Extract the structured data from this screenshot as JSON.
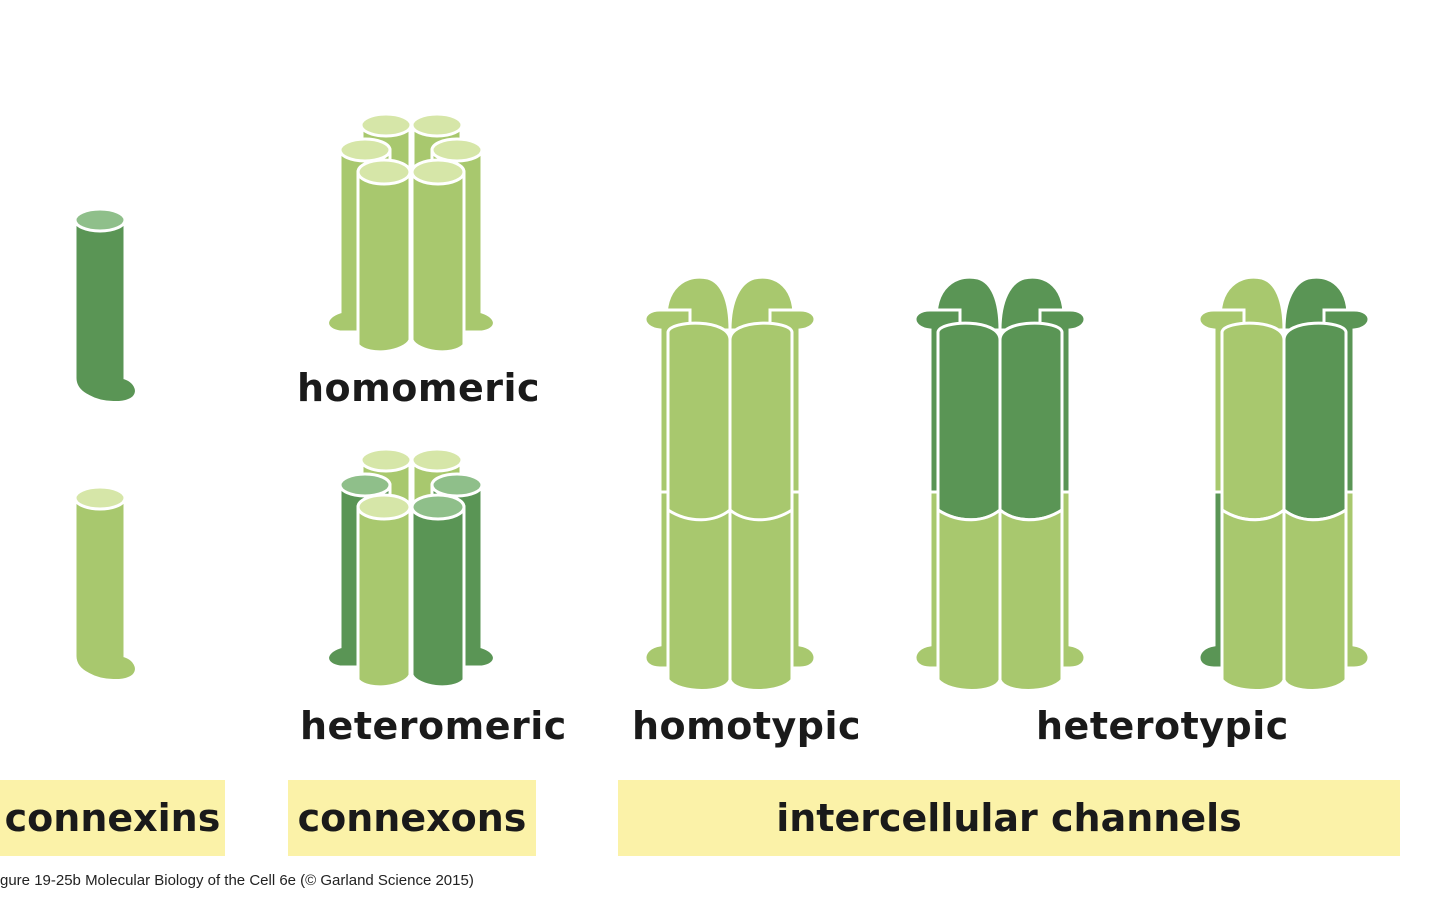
{
  "labels": {
    "homomeric": "homomeric",
    "heteromeric": "heteromeric",
    "homotypic": "homotypic",
    "heterotypic": "heterotypic"
  },
  "categories": {
    "connexins": "connexins",
    "connexons": "connexons",
    "channels": "intercellular channels"
  },
  "caption": "gure 19-25b  Molecular Biology of the Cell 6e (© Garland Science 2015)",
  "colors": {
    "light_green": "#a8c86e",
    "light_green_top": "#d6e6a8",
    "dark_green": "#5a9555",
    "dark_green_top": "#8fbf8a",
    "box_yellow": "#fbf2a8"
  }
}
